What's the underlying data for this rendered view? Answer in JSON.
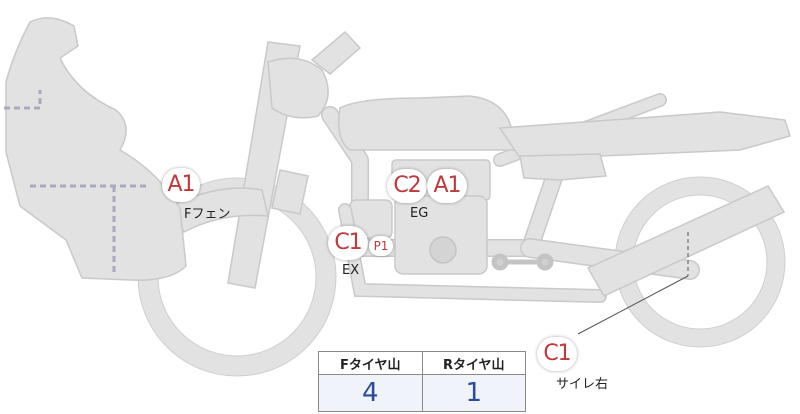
{
  "colors": {
    "bike_fill": "#e2e2e2",
    "bike_stroke": "#c9c9c9",
    "marker_text": "#c0393b",
    "table_value": "#2a4a9a"
  },
  "markers": {
    "front_fender_grade": "A1",
    "engine_grade_1": "C2",
    "engine_grade_2": "A1",
    "exhaust_grade": "C1",
    "exhaust_part": "P1",
    "right_muffler_grade": "C1"
  },
  "labels": {
    "front_fender": "Fフェン",
    "engine": "EG",
    "exhaust": "EX",
    "right_muffler": "サイレ右"
  },
  "tire_table": {
    "front_header": "Fタイヤ山",
    "rear_header": "Rタイヤ山",
    "front_value": "4",
    "rear_value": "1"
  }
}
